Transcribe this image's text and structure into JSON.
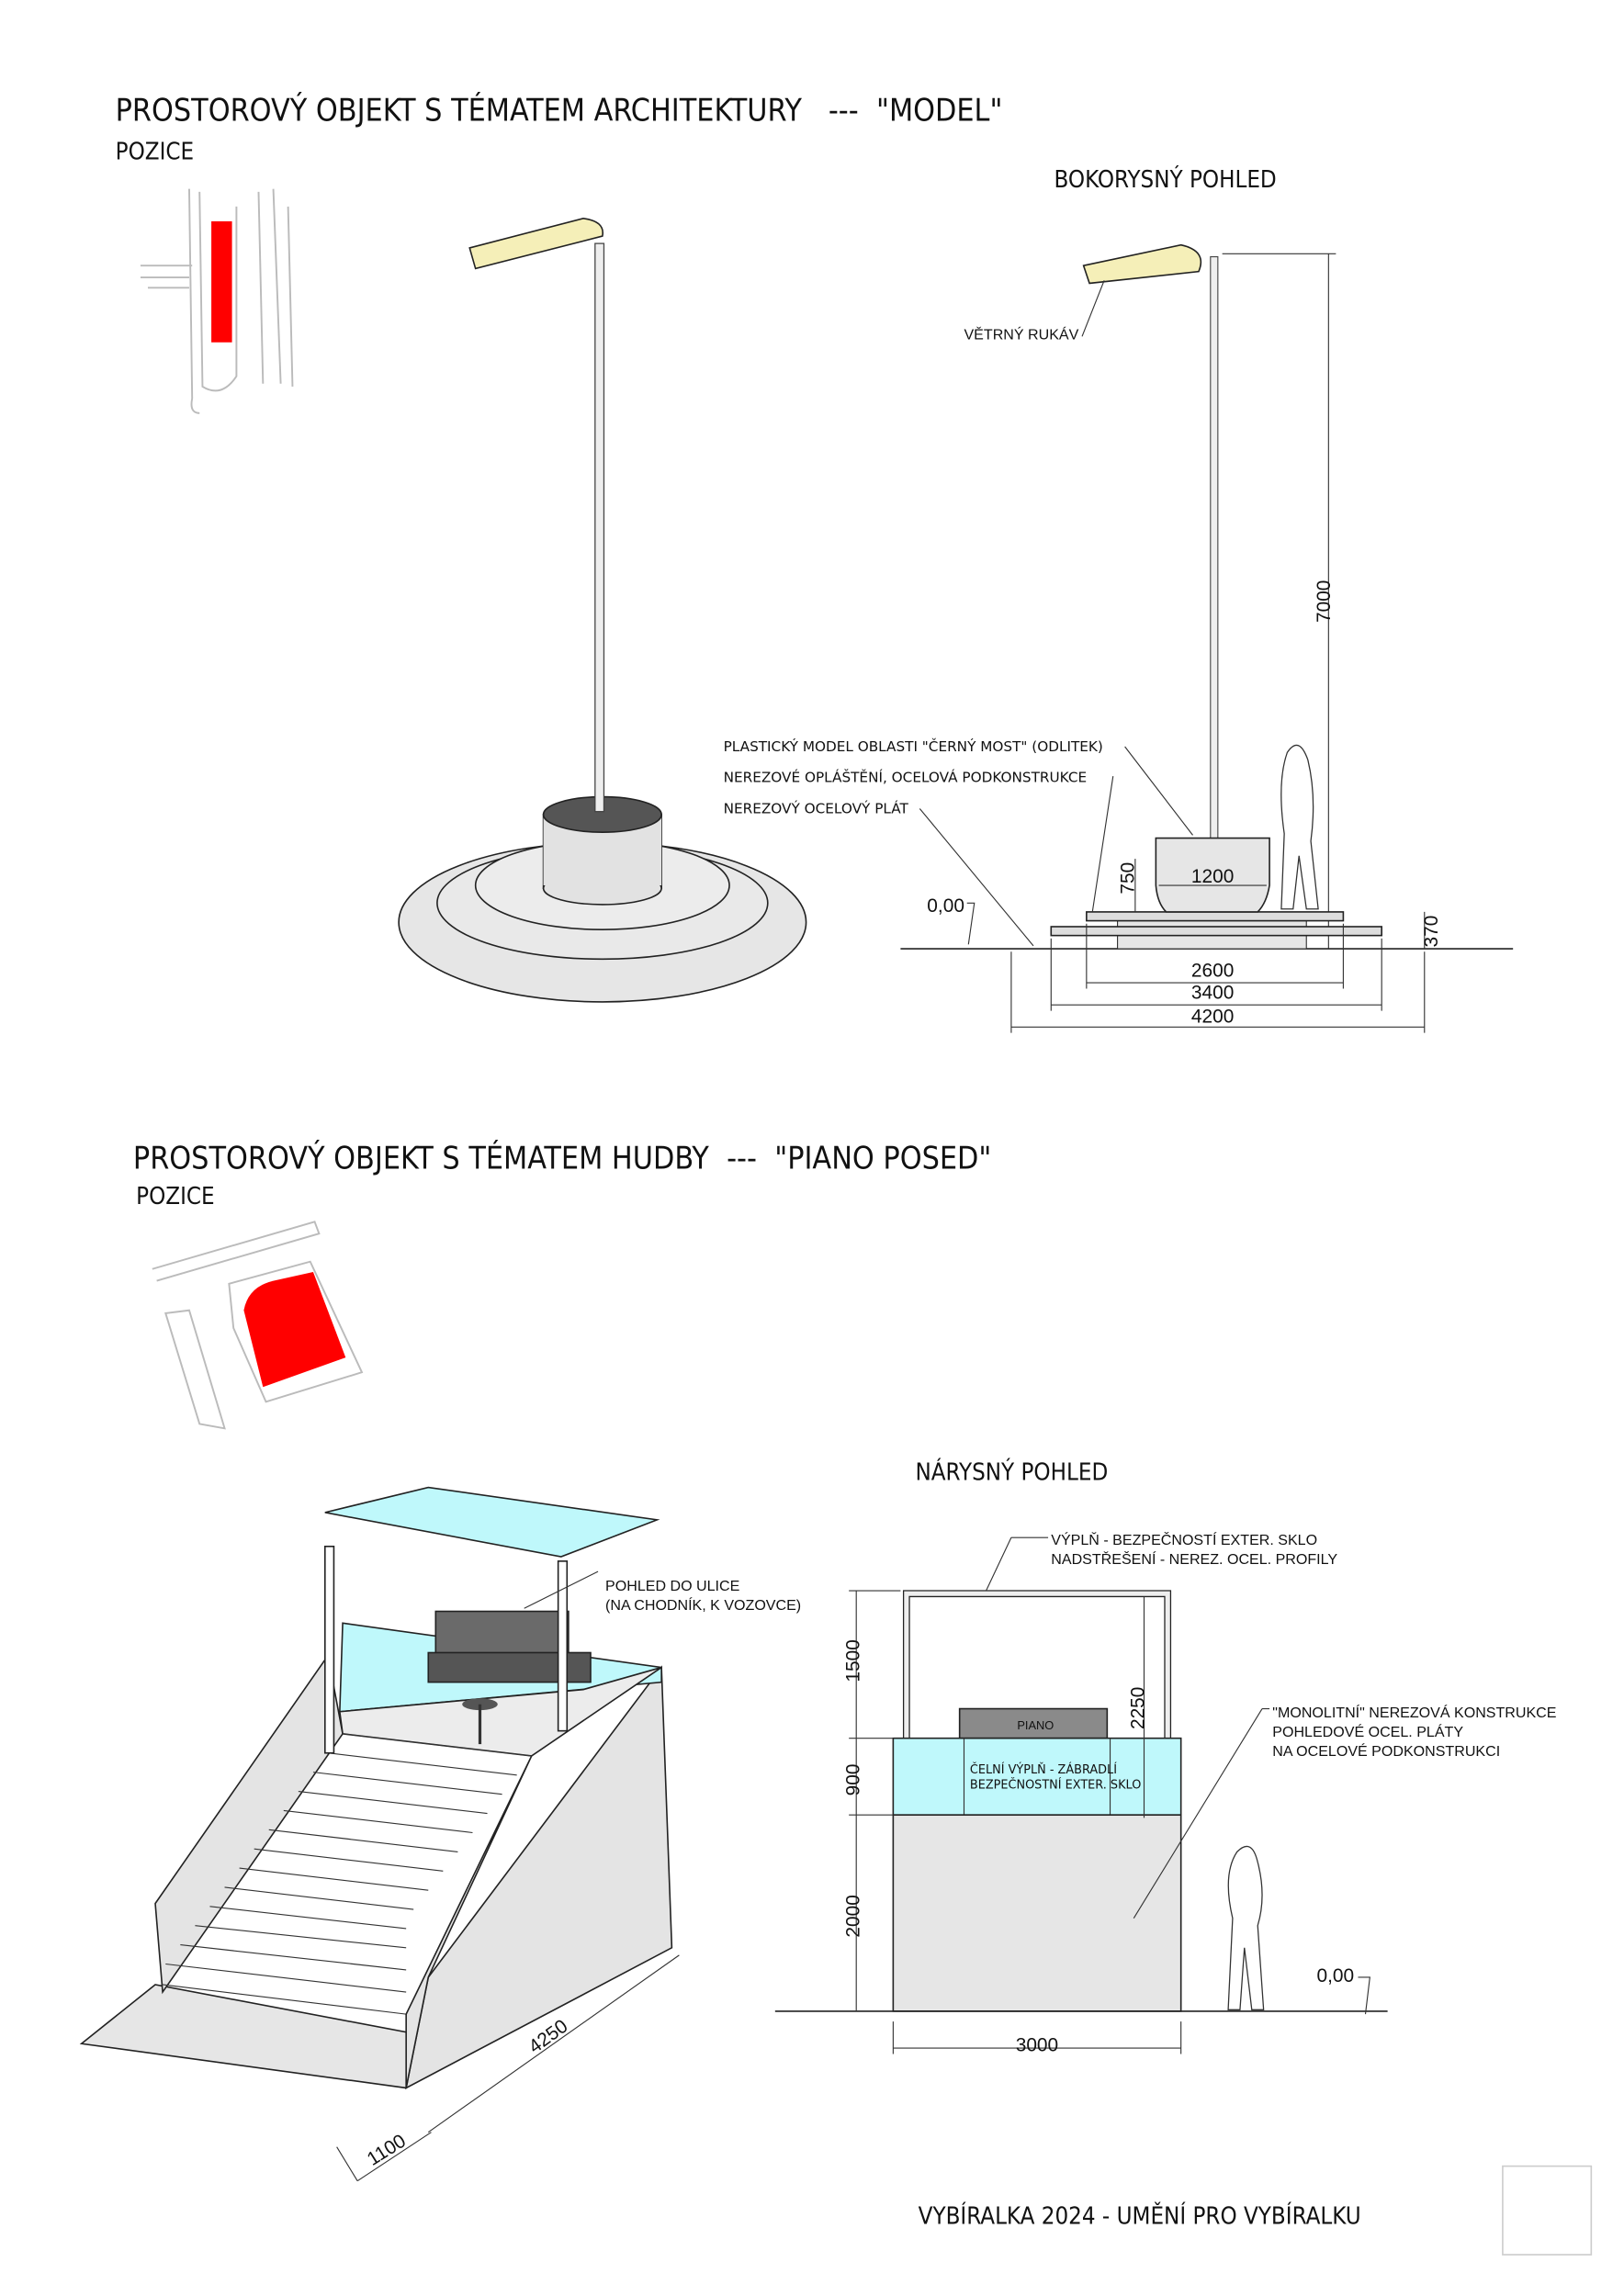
{
  "section_architecture": {
    "title": "PROSTOROVÝ OBJEKT S TÉMATEM ARCHITEKTURY   ---  \"MODEL\"",
    "position_label": "POZICE",
    "side_view": {
      "heading": "BOKORYSNÝ POHLED",
      "windsock_label": "VĚTRNÝ RUKÁV",
      "label_model": "PLASTICKÝ MODEL OBLASTI \"ČERNÝ MOST\" (ODLITEK)",
      "label_cladding": "NEREZOVÉ OPLÁŠTĚNÍ, OCELOVÁ PODKONSTRUKCE",
      "label_plate": "NEREZOVÝ OCELOVÝ PLÁT",
      "level": "0,00",
      "dims": {
        "height": "7000",
        "pedestal_height": "750",
        "pedestal_width": "1200",
        "base_height": "370",
        "w1": "2600",
        "w2": "3400",
        "w3": "4200"
      }
    }
  },
  "section_music": {
    "title": "PROSTOROVÝ OBJEKT S TÉMATEM HUDBY  ---  \"PIANO POSED\"",
    "position_label": "POZICE",
    "perspective": {
      "view_label_1": "POHLED DO ULICE",
      "view_label_2": "(NA CHODNÍK, K VOZOVCE)",
      "dim_length": "4250",
      "dim_width": "1100"
    },
    "front_view": {
      "heading": "NÁRYSNÝ POHLED",
      "label_roof_1": "VÝPLŇ - BEZPEČNOSTÍ EXTER. SKLO",
      "label_roof_2": "NADSTŘEŠENÍ - NEREZ. OCEL. PROFILY",
      "label_struct_1": "\"MONOLITNÍ\" NEREZOVÁ KONSTRUKCE",
      "label_struct_2": "POHLEDOVÉ OCEL. PLÁTY",
      "label_struct_3": "NA OCELOVÉ PODKONSTRUKCI",
      "piano": "PIANO",
      "glass_1": "ČELNÍ VÝPLŇ - ZÁBRADLÍ",
      "glass_2": "BEZPEČNOSTNÍ EXTER. SKLO",
      "level": "0,00",
      "dims": {
        "roof": "1500",
        "railing": "900",
        "base": "2000",
        "total": "2250",
        "width": "3000"
      }
    }
  },
  "footer": "VYBÍRALKA 2024 - UMĚNÍ PRO VYBÍRALKU",
  "colors": {
    "position_marker": "#ff0000",
    "glass": "#bff8fb",
    "windsock": "#f5efb8",
    "concrete": "#e6e6e6"
  }
}
